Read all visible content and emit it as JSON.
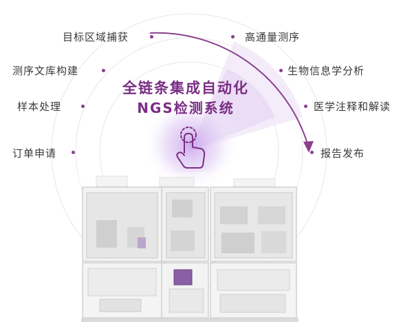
{
  "title": {
    "line1": "全链条集成自动化",
    "line2": "NGS检测系统"
  },
  "steps_left": [
    "目标区域捕获",
    "测序文库构建",
    "样本处理",
    "订单申请"
  ],
  "steps_right": [
    "高通量测序",
    "生物信息学分析",
    "医学注释和解读",
    "报告发布"
  ],
  "colors": {
    "accent": "#7a2e84",
    "dot": "#8a3f8f",
    "arc": "#8a3f8f",
    "glow": "#b48fd8"
  },
  "icons": [
    "touch-hand-icon"
  ]
}
